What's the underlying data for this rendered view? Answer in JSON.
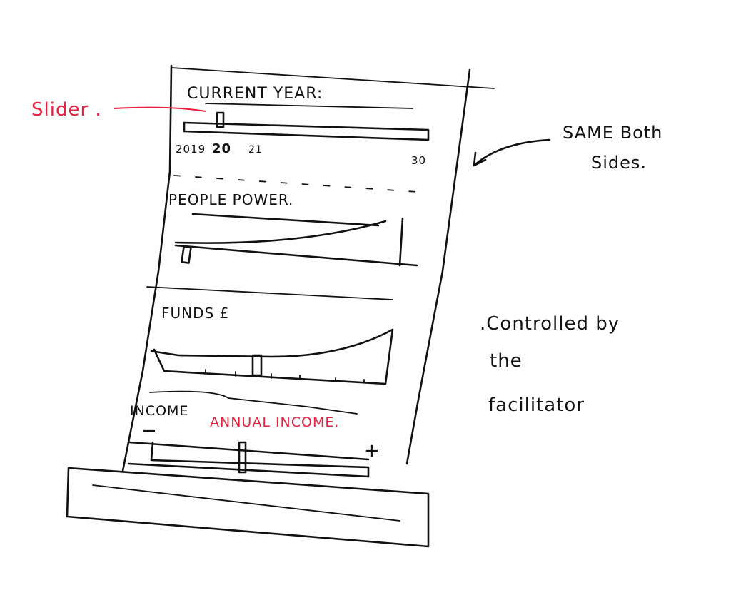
{
  "colors": {
    "ink": "#111111",
    "annotation": "#e8213f"
  },
  "annotations": {
    "slider": "Slider .",
    "same_both_sides": [
      "SAME Both",
      "Sides."
    ],
    "controlled_by": [
      ".Controlled by",
      "the",
      "facilitator"
    ]
  },
  "panel": {
    "current_year": {
      "label": "CURRENT YEAR:",
      "ticks": [
        "2019",
        "20",
        "21",
        "30"
      ],
      "selected": "20"
    },
    "people_power": {
      "label": "PEOPLE POWER."
    },
    "funds": {
      "label": "FUNDS £"
    },
    "income": {
      "label": "INCOME",
      "annotation": "ANNUAL INCOME.",
      "minus": "−",
      "plus": "+"
    }
  }
}
